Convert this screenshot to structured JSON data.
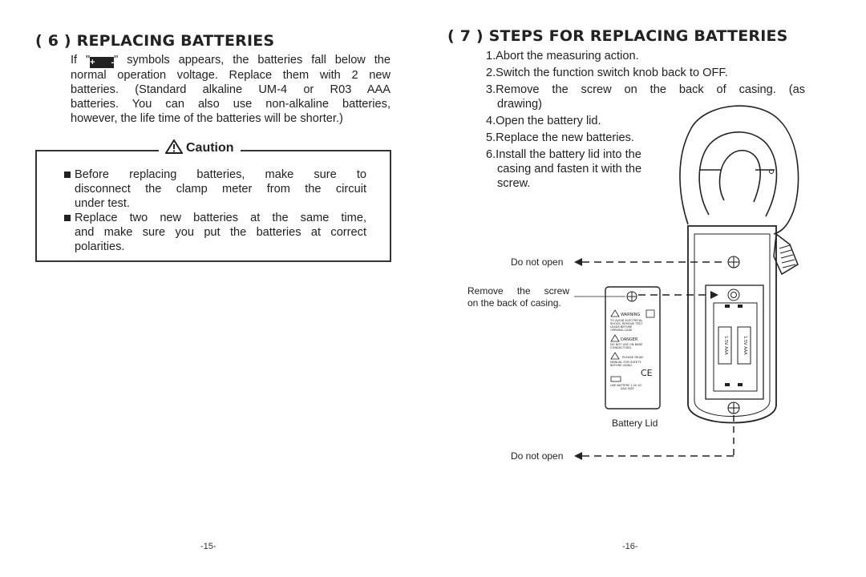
{
  "left_page": {
    "heading": "( 6 ) REPLACING BATTERIES",
    "intro_lines": [
      {
        "pre": "If \"",
        "icon": "+ -",
        "post": "\" symbols appears, the batteries fall below the"
      },
      {
        "text": "normal operation voltage.  Replace them with 2 new"
      },
      {
        "text": "batteries. (Standard alkaline UM-4 or R03 AAA"
      },
      {
        "text": "batteries. You can also use non-alkaline batteries,"
      },
      {
        "text": "however, the life time of the batteries will be shorter.)"
      }
    ],
    "caution_title": "Caution",
    "caution_items": [
      {
        "lines": [
          "Before replacing batteries, make sure to",
          "disconnect the clamp meter from the circuit",
          "under test."
        ]
      },
      {
        "lines": [
          "Replace two new batteries at the same time,",
          "and make sure you put the batteries at correct",
          "polarities."
        ]
      }
    ],
    "page_number": "-15-"
  },
  "right_page": {
    "heading": "( 7 ) STEPS FOR REPLACING BATTERIES",
    "steps": [
      {
        "lines": [
          "1.Abort the measuring action."
        ]
      },
      {
        "lines": [
          "2.Switch the function switch knob back to OFF."
        ]
      },
      {
        "lines": [
          "3.Remove the screw on the back of casing. (as",
          "drawing)"
        ]
      },
      {
        "lines": [
          "4.Open the battery lid."
        ]
      },
      {
        "lines": [
          "5.Replace the new batteries."
        ]
      },
      {
        "lines": [
          "6.Install the battery lid into the",
          "casing and fasten it with the",
          "screw."
        ]
      }
    ],
    "diagram_labels": {
      "do_not_open_top": "Do not open",
      "remove_screw_1": "Remove the screw",
      "remove_screw_2": "on the back of casing.",
      "battery_lid": "Battery Lid",
      "do_not_open_bottom": "Do not open"
    },
    "lid_text": {
      "warning": "WARNING",
      "warning_body": [
        "TO AVOID ELECTRICAL",
        "SHOCK, REMOVE TEST",
        "LEADS BEFORE",
        "OPENING CASE."
      ],
      "danger": "DANGER",
      "danger_body": [
        "DO NOT USE ON BARE",
        "CONDUCTORS."
      ],
      "please": "PLEASE READ",
      "please_body": [
        "MANUAL FOR SAFETY",
        "BEFORE USING."
      ],
      "ce": "CE",
      "battery_note_1": "USE BATTERY 1.5V X2",
      "battery_note_2": "AAA SIZE"
    },
    "cell_label": "1.5V AAA",
    "page_number": "-16-"
  }
}
